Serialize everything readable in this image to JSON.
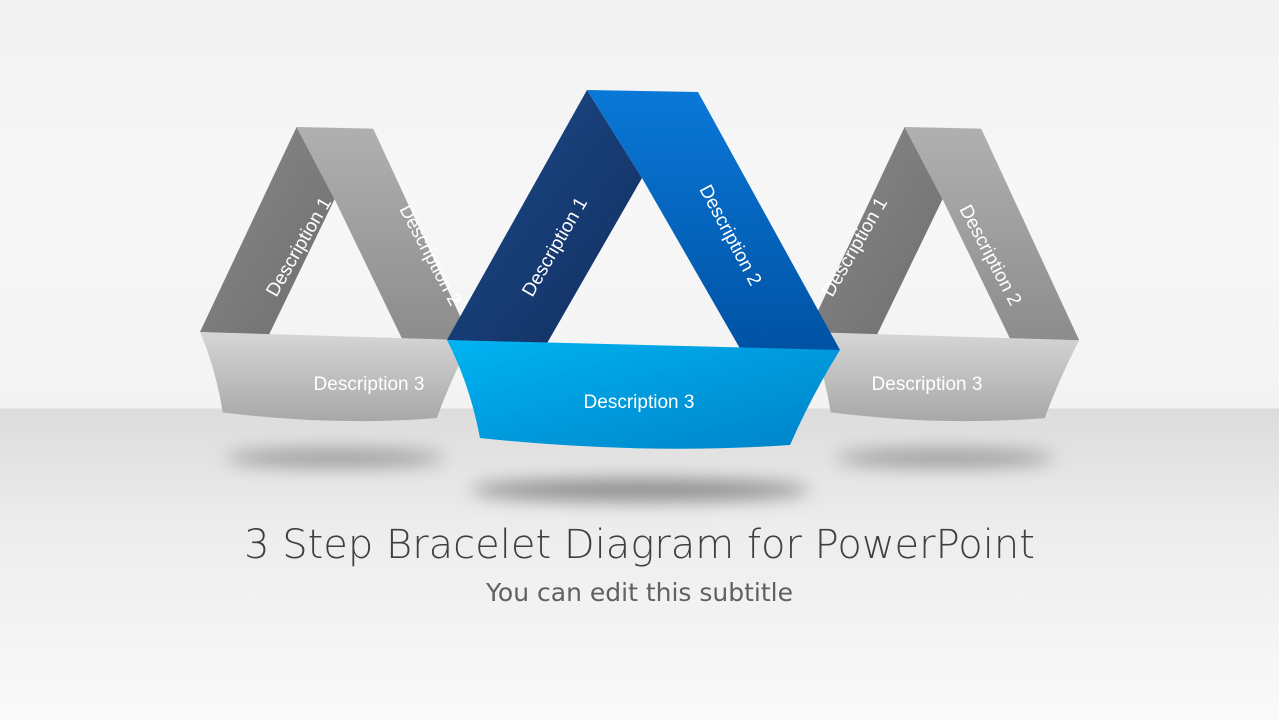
{
  "title": "3 Step Bracelet Diagram for PowerPoint",
  "subtitle": "You can edit this subtitle",
  "bracelets": [
    {
      "name": "left",
      "style": "gray",
      "labels": [
        "Description 1",
        "Description 2",
        "Description 3"
      ]
    },
    {
      "name": "center",
      "style": "blue",
      "labels": [
        "Description 1",
        "Description 2",
        "Description 3"
      ]
    },
    {
      "name": "right",
      "style": "gray",
      "labels": [
        "Description 1",
        "Description 2",
        "Description 3"
      ]
    }
  ],
  "colors": {
    "blue_dark": "#16386e",
    "blue_mid": "#0a6cc8",
    "blue_light": "#00aeef",
    "gray_dark": "#7a7a7a",
    "gray_mid": "#9a9a9a",
    "gray_light": "#c4c4c4"
  }
}
